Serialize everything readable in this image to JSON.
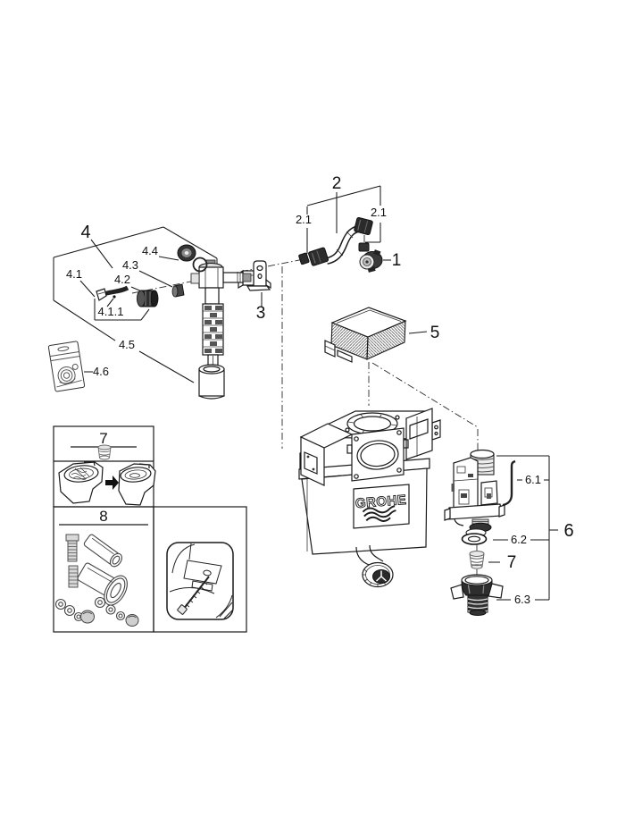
{
  "diagram": {
    "background": "#ffffff",
    "line_color": "#1a1a1a",
    "brand_logo": "GROHE",
    "callouts": {
      "c1": "1",
      "c2": "2",
      "c2_1_left": "2.1",
      "c2_1_right": "2.1",
      "c3": "3",
      "c4": "4",
      "c4_1": "4.1",
      "c4_1_1": "4.1.1",
      "c4_2": "4.2",
      "c4_3": "4.3",
      "c4_4": "4.4",
      "c4_5": "4.5",
      "c4_6": "4.6",
      "c5": "5",
      "c6": "6",
      "c6_1": "6.1",
      "c6_2": "6.2",
      "c6_3": "6.3",
      "c7": "7"
    },
    "kit_boxes": {
      "box7_label": "7",
      "box8_label": "8"
    }
  }
}
